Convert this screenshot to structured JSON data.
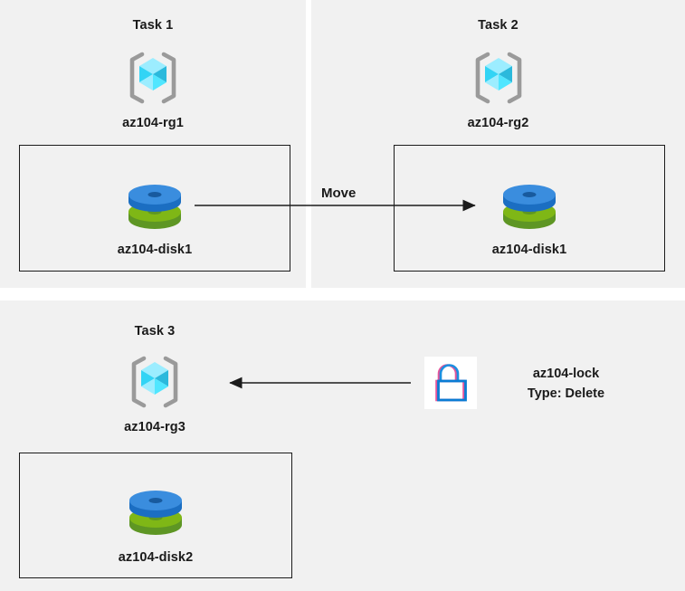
{
  "diagram": {
    "background_color": "#FFFFFF",
    "panel_color": "#F1F1F1",
    "accent_blue": "#0078D4",
    "disk_blue": "#3A8DDE",
    "disk_green": "#7FB716",
    "cube_cyan": "#50E6FF",
    "bracket_grey": "#949494",
    "line_color": "#1C1C1C"
  },
  "panels": [
    {
      "id": "task1",
      "title": "Task 1",
      "resource_group": {
        "icon": "azure-resource-group-icon",
        "label": "az104-rg1"
      },
      "box": {
        "resource": {
          "icon": "azure-managed-disk-icon",
          "label": "az104-disk1"
        }
      }
    },
    {
      "id": "task2",
      "title": "Task 2",
      "resource_group": {
        "icon": "azure-resource-group-icon",
        "label": "az104-rg2"
      },
      "box": {
        "resource": {
          "icon": "azure-managed-disk-icon",
          "label": "az104-disk1"
        }
      }
    },
    {
      "id": "task3",
      "title": "Task 3",
      "resource_group": {
        "icon": "azure-resource-group-icon",
        "label": "az104-rg3"
      },
      "box": {
        "resource": {
          "icon": "azure-managed-disk-icon",
          "label": "az104-disk2"
        }
      },
      "lock": {
        "icon": "lock-icon",
        "name": "az104-lock",
        "type": "Type: Delete"
      }
    }
  ],
  "connectors": {
    "move": {
      "label": "Move",
      "direction": "right"
    },
    "lock_apply": {
      "label": "",
      "direction": "left"
    }
  }
}
